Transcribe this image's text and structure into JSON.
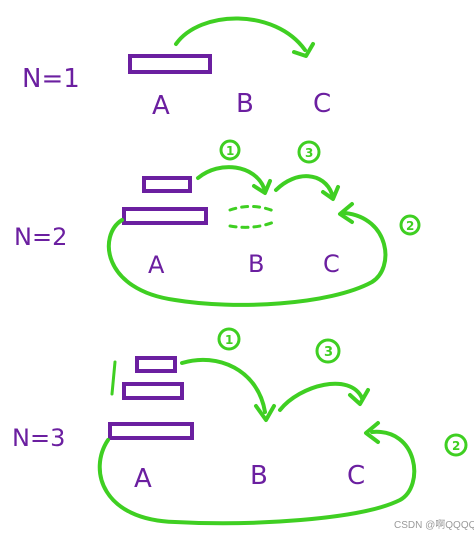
{
  "colors": {
    "purple": "#6b1fa0",
    "green": "#3fcf22"
  },
  "scenarios": [
    {
      "label": "N=1",
      "pegs": [
        "A",
        "B",
        "C"
      ],
      "step_markers": []
    },
    {
      "label": "N=2",
      "pegs": [
        "A",
        "B",
        "C"
      ],
      "step_markers": [
        "①",
        "③",
        "②"
      ]
    },
    {
      "label": "N=3",
      "pegs": [
        "A",
        "B",
        "C"
      ],
      "step_markers": [
        "①",
        "③",
        "②"
      ]
    }
  ],
  "watermark": "CSDN @啊QQQQ"
}
